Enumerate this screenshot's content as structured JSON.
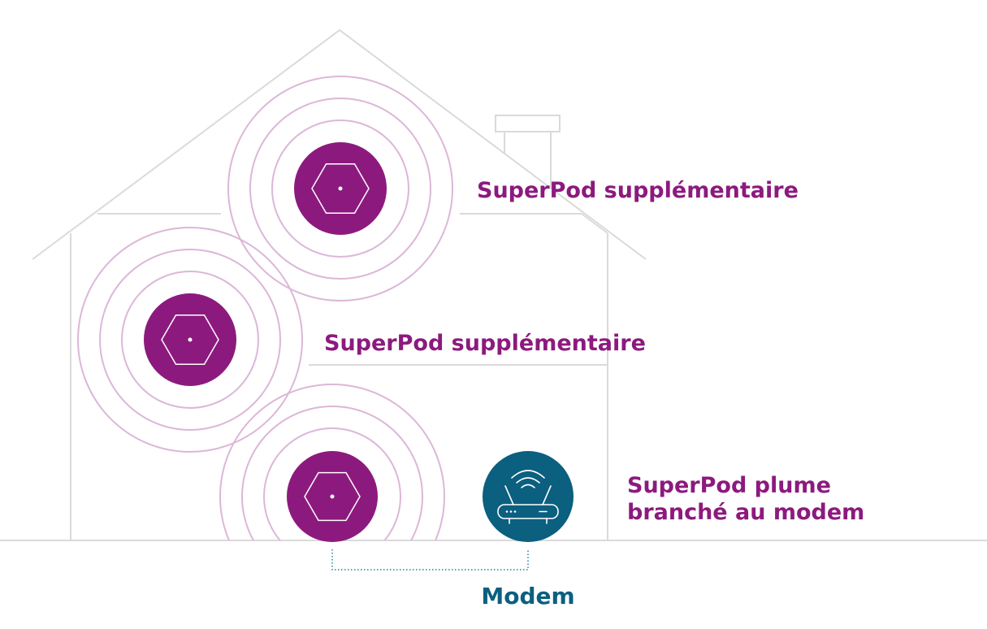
{
  "labels": {
    "pod_top": "SuperPod supplémentaire",
    "pod_middle": "SuperPod supplémentaire",
    "pod_bottom_line1": "SuperPod plume",
    "pod_bottom_line2": "branché au modem",
    "modem": "Modem"
  },
  "colors": {
    "pod": "#8c1a7e",
    "modem": "#0b5f7f",
    "ring": "#dcb7d8",
    "house": "#dadada",
    "pod_label": "#8c1a7e",
    "modem_label": "#0b5f7f",
    "bracket": "#2a7fa0"
  },
  "icons": {
    "pod": "hexagon-icon",
    "modem": "router-wifi-icon"
  }
}
